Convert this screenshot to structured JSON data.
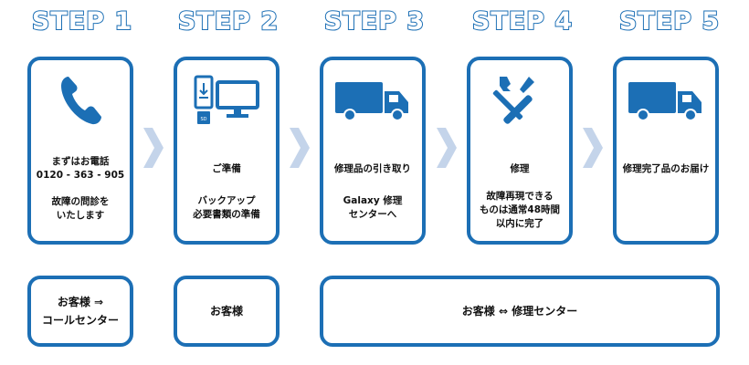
{
  "steps": [
    {
      "title": "STEP 1",
      "icon": "phone-icon",
      "lines1": "まずはお電話\n0120 - 363 - 905",
      "lines2": "故障の問診を\nいたします"
    },
    {
      "title": "STEP 2",
      "icon": "phone-computer-sd-icon",
      "lines1": "ご準備",
      "lines2": "バックアップ\n必要書類の準備"
    },
    {
      "title": "STEP 3",
      "icon": "truck-icon",
      "lines1": "修理品の引き取り",
      "lines2": "Galaxy 修理\nセンターへ"
    },
    {
      "title": "STEP 4",
      "icon": "tools-icon",
      "lines1": "修理",
      "lines2": "故障再現できる\nものは通常48時間\n以内に完了"
    },
    {
      "title": "STEP 5",
      "icon": "truck-icon",
      "lines1": "修理完了品のお届け",
      "lines2": ""
    }
  ],
  "bottom": {
    "box1": "お客様 ⇒\nコールセンター",
    "box2": "お客様",
    "box3": "お客様 ⇔ 修理センター"
  },
  "colors": {
    "accent": "#1c6fb5",
    "chevron": "#c4d4ea"
  }
}
